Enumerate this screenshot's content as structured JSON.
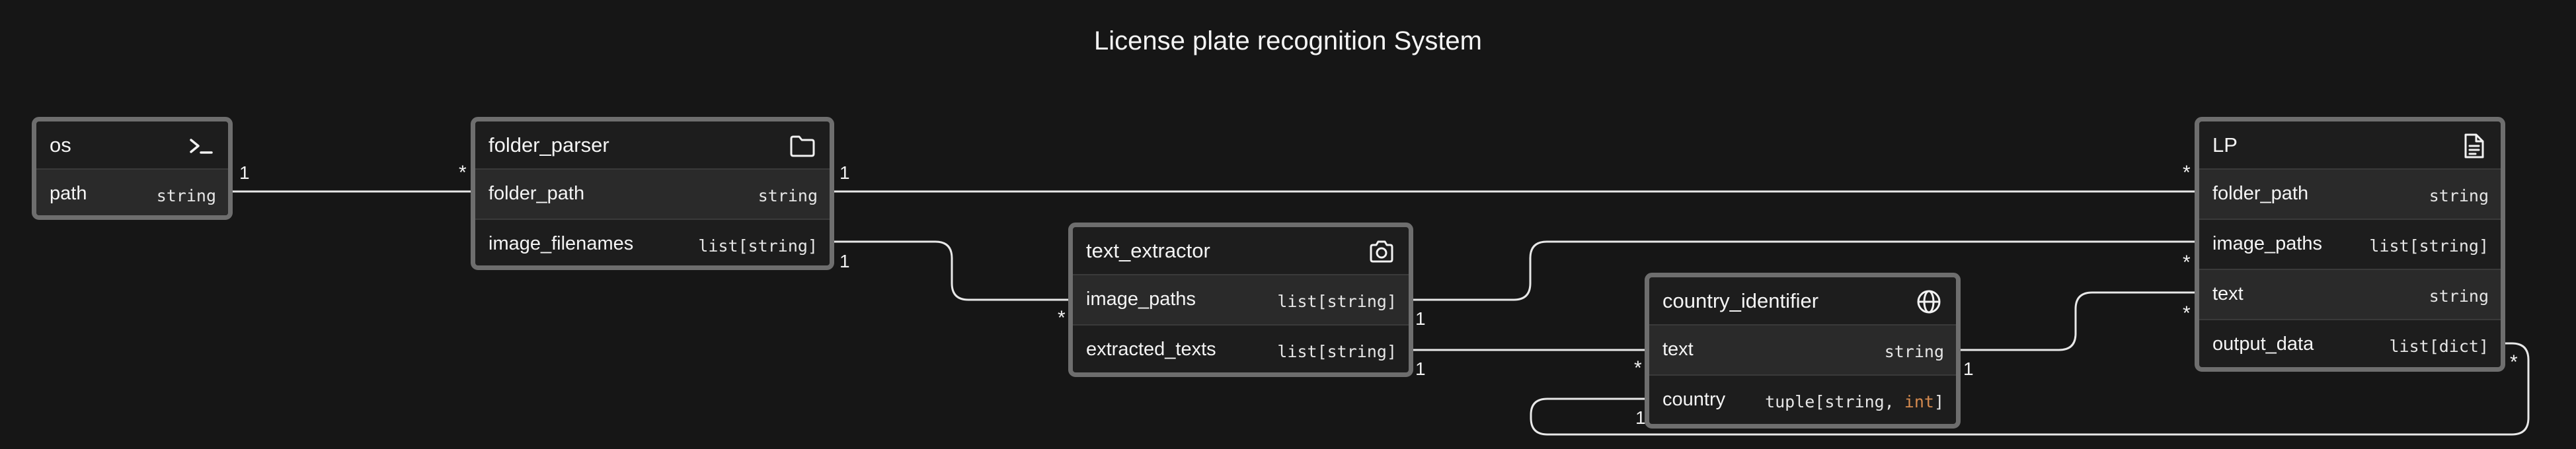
{
  "title": "License plate recognition System",
  "entities": {
    "os": {
      "name": "os",
      "icon": "terminal-icon",
      "fields": [
        {
          "name": "path",
          "type": "string"
        }
      ]
    },
    "folder_parser": {
      "name": "folder_parser",
      "icon": "folder-icon",
      "fields": [
        {
          "name": "folder_path",
          "type": "string"
        },
        {
          "name": "image_filenames",
          "type": "list[string]"
        }
      ]
    },
    "text_extractor": {
      "name": "text_extractor",
      "icon": "camera-icon",
      "fields": [
        {
          "name": "image_paths",
          "type": "list[string]"
        },
        {
          "name": "extracted_texts",
          "type": "list[string]"
        }
      ]
    },
    "country_identifier": {
      "name": "country_identifier",
      "icon": "globe-icon",
      "fields": [
        {
          "name": "text",
          "type": "string"
        },
        {
          "name": "country",
          "type_prefix": "tuple[string, ",
          "type_accent": "int",
          "type_suffix": "]"
        }
      ]
    },
    "LP": {
      "name": "LP",
      "icon": "document-icon",
      "fields": [
        {
          "name": "folder_path",
          "type": "string"
        },
        {
          "name": "image_paths",
          "type": "list[string]"
        },
        {
          "name": "text",
          "type": "string"
        },
        {
          "name": "output_data",
          "type": "list[dict]"
        }
      ]
    }
  },
  "relations": [
    {
      "from": "os.path",
      "to": "folder_parser.folder_path",
      "from_card": "1",
      "to_card": "*"
    },
    {
      "from": "folder_parser.folder_path",
      "to": "LP.folder_path",
      "from_card": "1",
      "to_card": "*"
    },
    {
      "from": "folder_parser.image_filenames",
      "to": "text_extractor.image_paths",
      "from_card": "1",
      "to_card": "*"
    },
    {
      "from": "text_extractor.image_paths",
      "to": "LP.image_paths",
      "from_card": "1",
      "to_card": "*"
    },
    {
      "from": "text_extractor.extracted_texts",
      "to": "country_identifier.text",
      "from_card": "1",
      "to_card": "*"
    },
    {
      "from": "country_identifier.text",
      "to": "LP.text",
      "from_card": "1",
      "to_card": "*"
    },
    {
      "from": "LP.output_data",
      "to": "country_identifier.country",
      "from_card": "*",
      "to_card": "1"
    }
  ],
  "colors": {
    "background": "#161616",
    "border": "#6e6e6e",
    "edge": "#e8e8e8",
    "accent_int": "#d58a4f"
  }
}
